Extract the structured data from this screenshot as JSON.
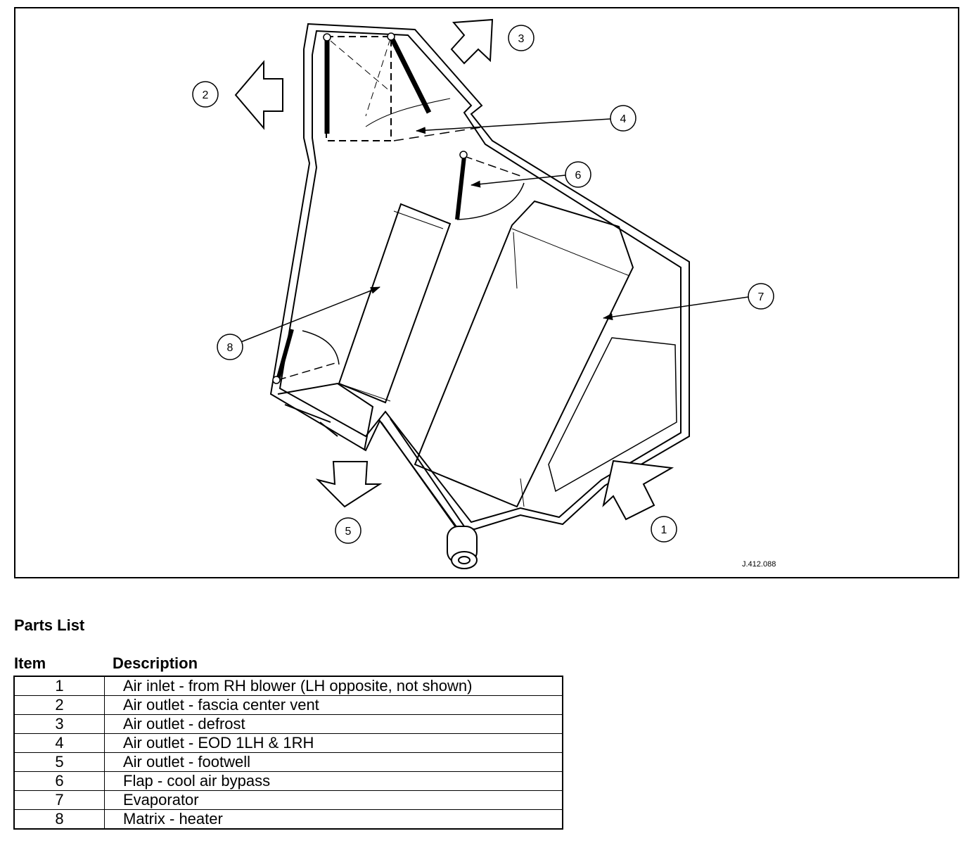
{
  "diagram": {
    "reference_code": "J.412.088",
    "callouts": [
      "1",
      "2",
      "3",
      "4",
      "5",
      "6",
      "7",
      "8"
    ]
  },
  "parts_list": {
    "title": "Parts List",
    "headers": {
      "item": "Item",
      "description": "Description"
    },
    "rows": [
      {
        "item": "1",
        "description": "Air inlet - from RH blower (LH opposite, not shown)"
      },
      {
        "item": "2",
        "description": "Air outlet - fascia center vent"
      },
      {
        "item": "3",
        "description": "Air outlet - defrost"
      },
      {
        "item": "4",
        "description": "Air outlet - EOD 1LH & 1RH"
      },
      {
        "item": "5",
        "description": "Air outlet - footwell"
      },
      {
        "item": "6",
        "description": "Flap - cool air bypass"
      },
      {
        "item": "7",
        "description": "Evaporator"
      },
      {
        "item": "8",
        "description": "Matrix - heater"
      }
    ]
  }
}
